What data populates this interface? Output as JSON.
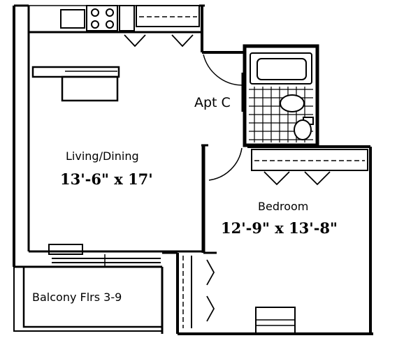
{
  "plan": {
    "apt_label": "Apt C",
    "rooms": {
      "living": {
        "name": "Living/Dining",
        "dims": "13'-6\" x 17'"
      },
      "bedroom": {
        "name": "Bedroom",
        "dims": "12'-9\" x 13'-8\""
      },
      "balcony": {
        "name": "Balcony Flrs 3-9"
      }
    }
  },
  "colors": {
    "line": "#000000",
    "background": "#ffffff"
  }
}
